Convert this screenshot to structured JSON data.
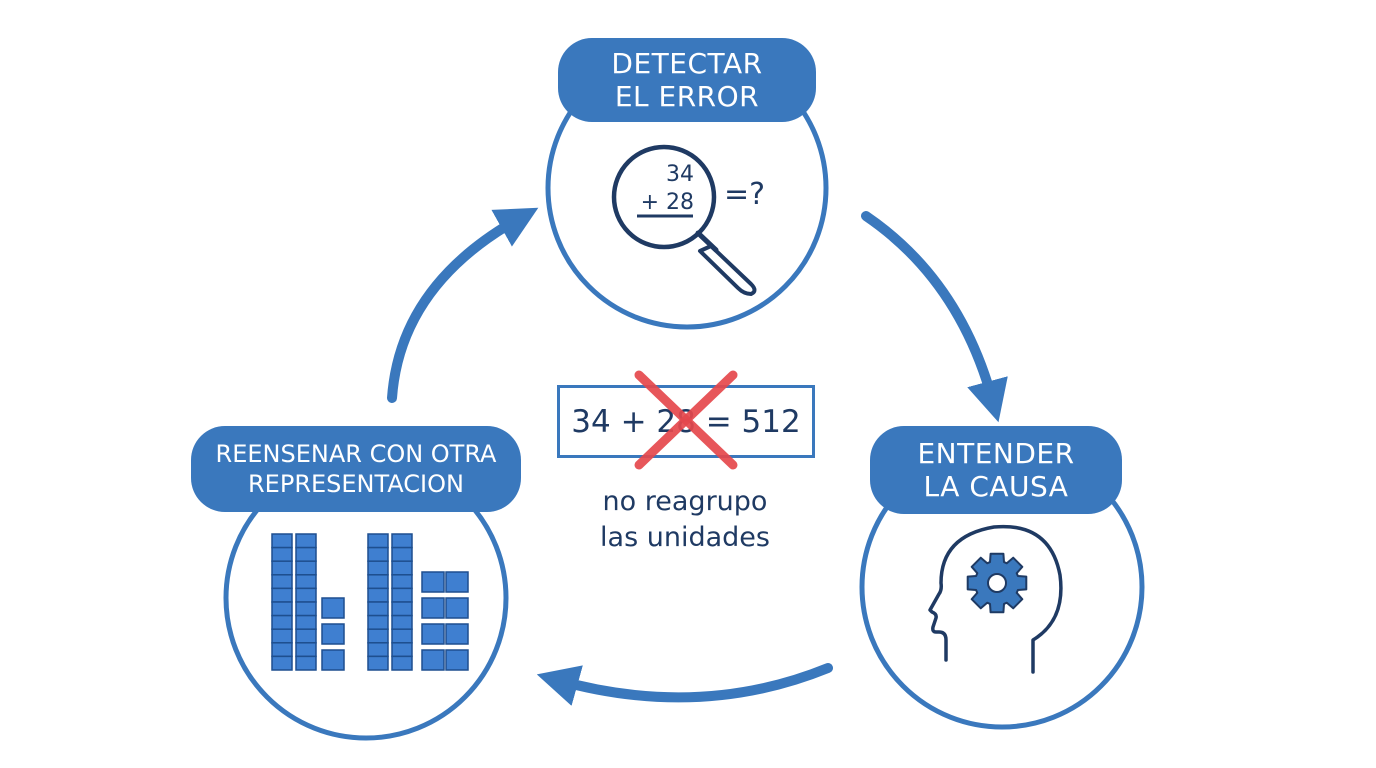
{
  "steps": {
    "detect": {
      "line1": "DETECTAR",
      "line2": "EL ERROR"
    },
    "understand": {
      "line1": "ENTENDER",
      "line2": "LA CAUSA"
    },
    "reteach": {
      "line1": "REENSENAR CON OTRA",
      "line2": "REPRESENTACION"
    }
  },
  "magnifier": {
    "top_number": "34",
    "bottom_number": "+ 28",
    "question": "=?"
  },
  "error_example": {
    "equation": "34 + 28 = 512"
  },
  "explanation": {
    "line1": "no reagrupo",
    "line2": "las unidades"
  },
  "colors": {
    "primary": "#3a78bd",
    "dark_text": "#1f3a63",
    "cross": "#e5484d",
    "background": "#ffffff"
  },
  "icons": [
    "magnifier-icon",
    "head-gear-icon",
    "base-ten-blocks-icon",
    "red-cross-icon"
  ]
}
